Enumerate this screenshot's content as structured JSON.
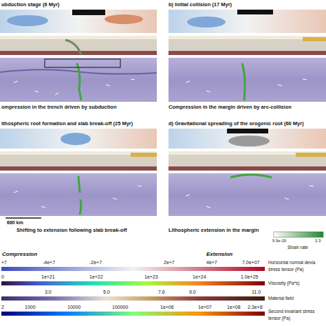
{
  "diagram": {
    "labels": [
      "ubduction stage (6 Myr)",
      "b) Initial collision (17 Myr)",
      "ompression in the trench driven by subduction",
      "Compression in the margin driven by arc-collision",
      "ithospheric root formation and slab break-off (25 Myr)",
      "d) Gravitational spreading of the orogenic root (60 Myr)",
      "660 km",
      "Shifting to extension following slab break-off",
      "Lithospheric extension in the margin",
      "5.5e-20",
      "2.3",
      "Strain rate",
      "Compression",
      "Extension",
      "+7",
      "-4e+7",
      "-2e+7",
      "2e+7",
      "4e+7",
      "7.0e+07",
      "Horizontal normal devia",
      "stress tensor (Pa)",
      "0",
      "1e+21",
      "1e+22",
      "1e+23",
      "1e+24",
      "1.0e+25",
      "Viscosity (Pa*s)",
      "3.0",
      "5.0",
      "7.6",
      "9.0",
      "11.0",
      "Material field",
      "2",
      "1000",
      "10000",
      "100000",
      "1e+06",
      "1e+07",
      "1e+08",
      "2.3e+8",
      "Second invariant stress",
      "tensor (Pa)"
    ]
  }
}
